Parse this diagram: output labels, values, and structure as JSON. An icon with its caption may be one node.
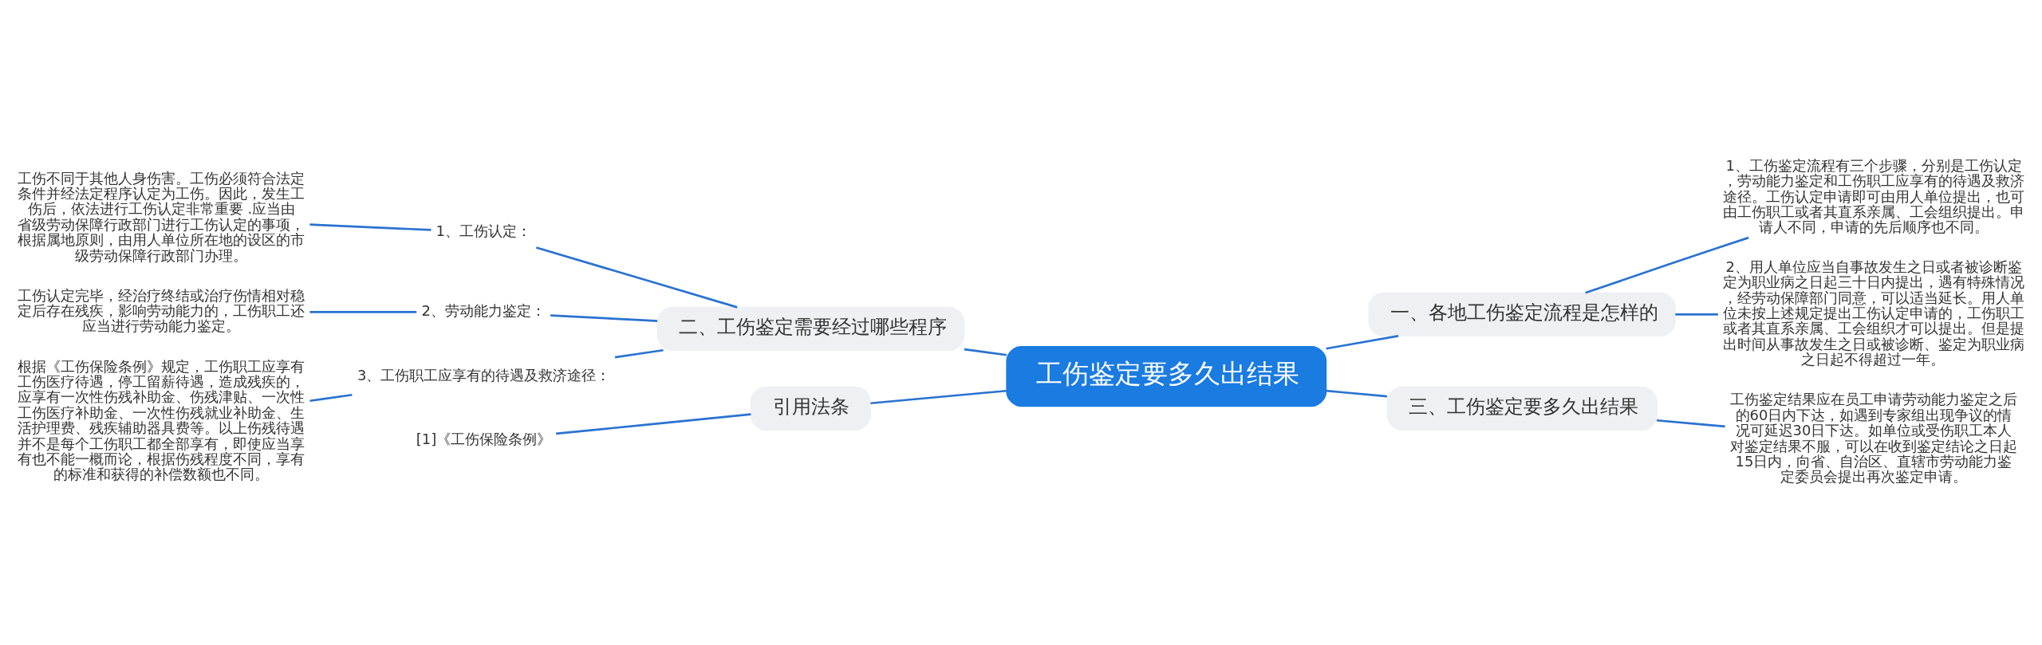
{
  "diagram": {
    "nodes": [
      {
        "text": [
          "工伤鉴定要多久出结果"
        ]
      },
      {
        "text": [
          "一、各地工伤鉴定流程是怎样的"
        ]
      },
      {
        "text": [
          "1、工伤鉴定流程有三个步骤，分别是工伤认定，劳动能力鉴定和工伤职工应享有的待遇及救济途径。工伤认定申请即可由用人单位提出，也可由工伤职工或者其直系亲属、工会组织提出。申请人不同，申请的先后顺序也不同。"
        ]
      },
      {
        "text": [
          "2、用人单位应当自事故发生之日或者被诊断鉴定为职业病之日起三十日内提出，遇有特殊情况，经劳动保障部门同意，可以适当延长。用人单位未按上述规定提出工伤认定申请的，工伤职工或者其直系亲属、工会组织才可以提出。但是提出时间从事故发生之日或被诊断、鉴定为职业病之日起不得超过一年。"
        ]
      },
      {
        "text": [
          "二、工伤鉴定需要经过哪些程序"
        ]
      },
      {
        "text": [
          "1、工伤认定："
        ]
      },
      {
        "text": [
          "工伤不同于其他人身伤害。工伤必须符合法定条件并经法定程序认定为工伤。因此，发生工伤后，依法进行工伤认定非常重要 .应当由省级劳动保障行政部门进行工伤认定的事项，根据属地原则，由用人单位所在地的设区的市级劳动保障行政部门办理。"
        ]
      },
      {
        "text": [
          "2、劳动能力鉴定："
        ]
      },
      {
        "text": [
          "工伤认定完毕，经治疗终结或治疗伤情相对稳定后存在残疾，影响劳动能力的，工伤职工还应当进行劳动能力鉴定。"
        ]
      },
      {
        "text": [
          "3、工伤职工应享有的待遇及救济途径："
        ]
      },
      {
        "text": [
          "根据《工伤保险条例》规定，工伤职工应享有工伤医疗待遇，停工留薪待遇，造成残疾的，应享有一次性伤残补助金、伤残津贴、一次性工伤医疗补助金、一次性伤残就业补助金、生活护理费、残疾辅助器具费等。以上伤残待遇并不是每个工伤职工都全部享有，即使应当享有也不能一概而论，根据伤残程度不同，享有的标准和获得的补偿数额也不同。"
        ]
      },
      {
        "text": [
          "三、工伤鉴定要多久出结果"
        ]
      },
      {
        "text": [
          "工伤鉴定结果应在员工申请劳动能力鉴定之后的60日内下达，如遇到专家组出现争议的情况可延迟30日下达。如单位或受伤职工本人对鉴定结果不服，可以在收到鉴定结论之日起15日内，向省、自治区、直辖市劳动能力鉴定委员会提出再次鉴定申请。"
        ]
      },
      {
        "text": [
          "引用法条"
        ]
      },
      {
        "text": [
          "[1]《工伤保险条例》"
        ]
      }
    ],
    "edges": [
      {
        "from": 0,
        "to": 1,
        "arrow": "none"
      },
      {
        "from": 1,
        "to": 2,
        "arrow": "none"
      },
      {
        "from": 1,
        "to": 3,
        "arrow": "none"
      },
      {
        "from": 0,
        "to": 4,
        "arrow": "none"
      },
      {
        "from": 4,
        "to": 5,
        "arrow": "none"
      },
      {
        "from": 5,
        "to": 6,
        "arrow": "none"
      },
      {
        "from": 4,
        "to": 7,
        "arrow": "none"
      },
      {
        "from": 7,
        "to": 8,
        "arrow": "none"
      },
      {
        "from": 4,
        "to": 9,
        "arrow": "none"
      },
      {
        "from": 9,
        "to": 10,
        "arrow": "none"
      },
      {
        "from": 0,
        "to": 11,
        "arrow": "none"
      },
      {
        "from": 11,
        "to": 12,
        "arrow": "none"
      },
      {
        "from": 0,
        "to": 13,
        "arrow": "none"
      },
      {
        "from": 13,
        "to": 14,
        "arrow": "none"
      }
    ]
  }
}
